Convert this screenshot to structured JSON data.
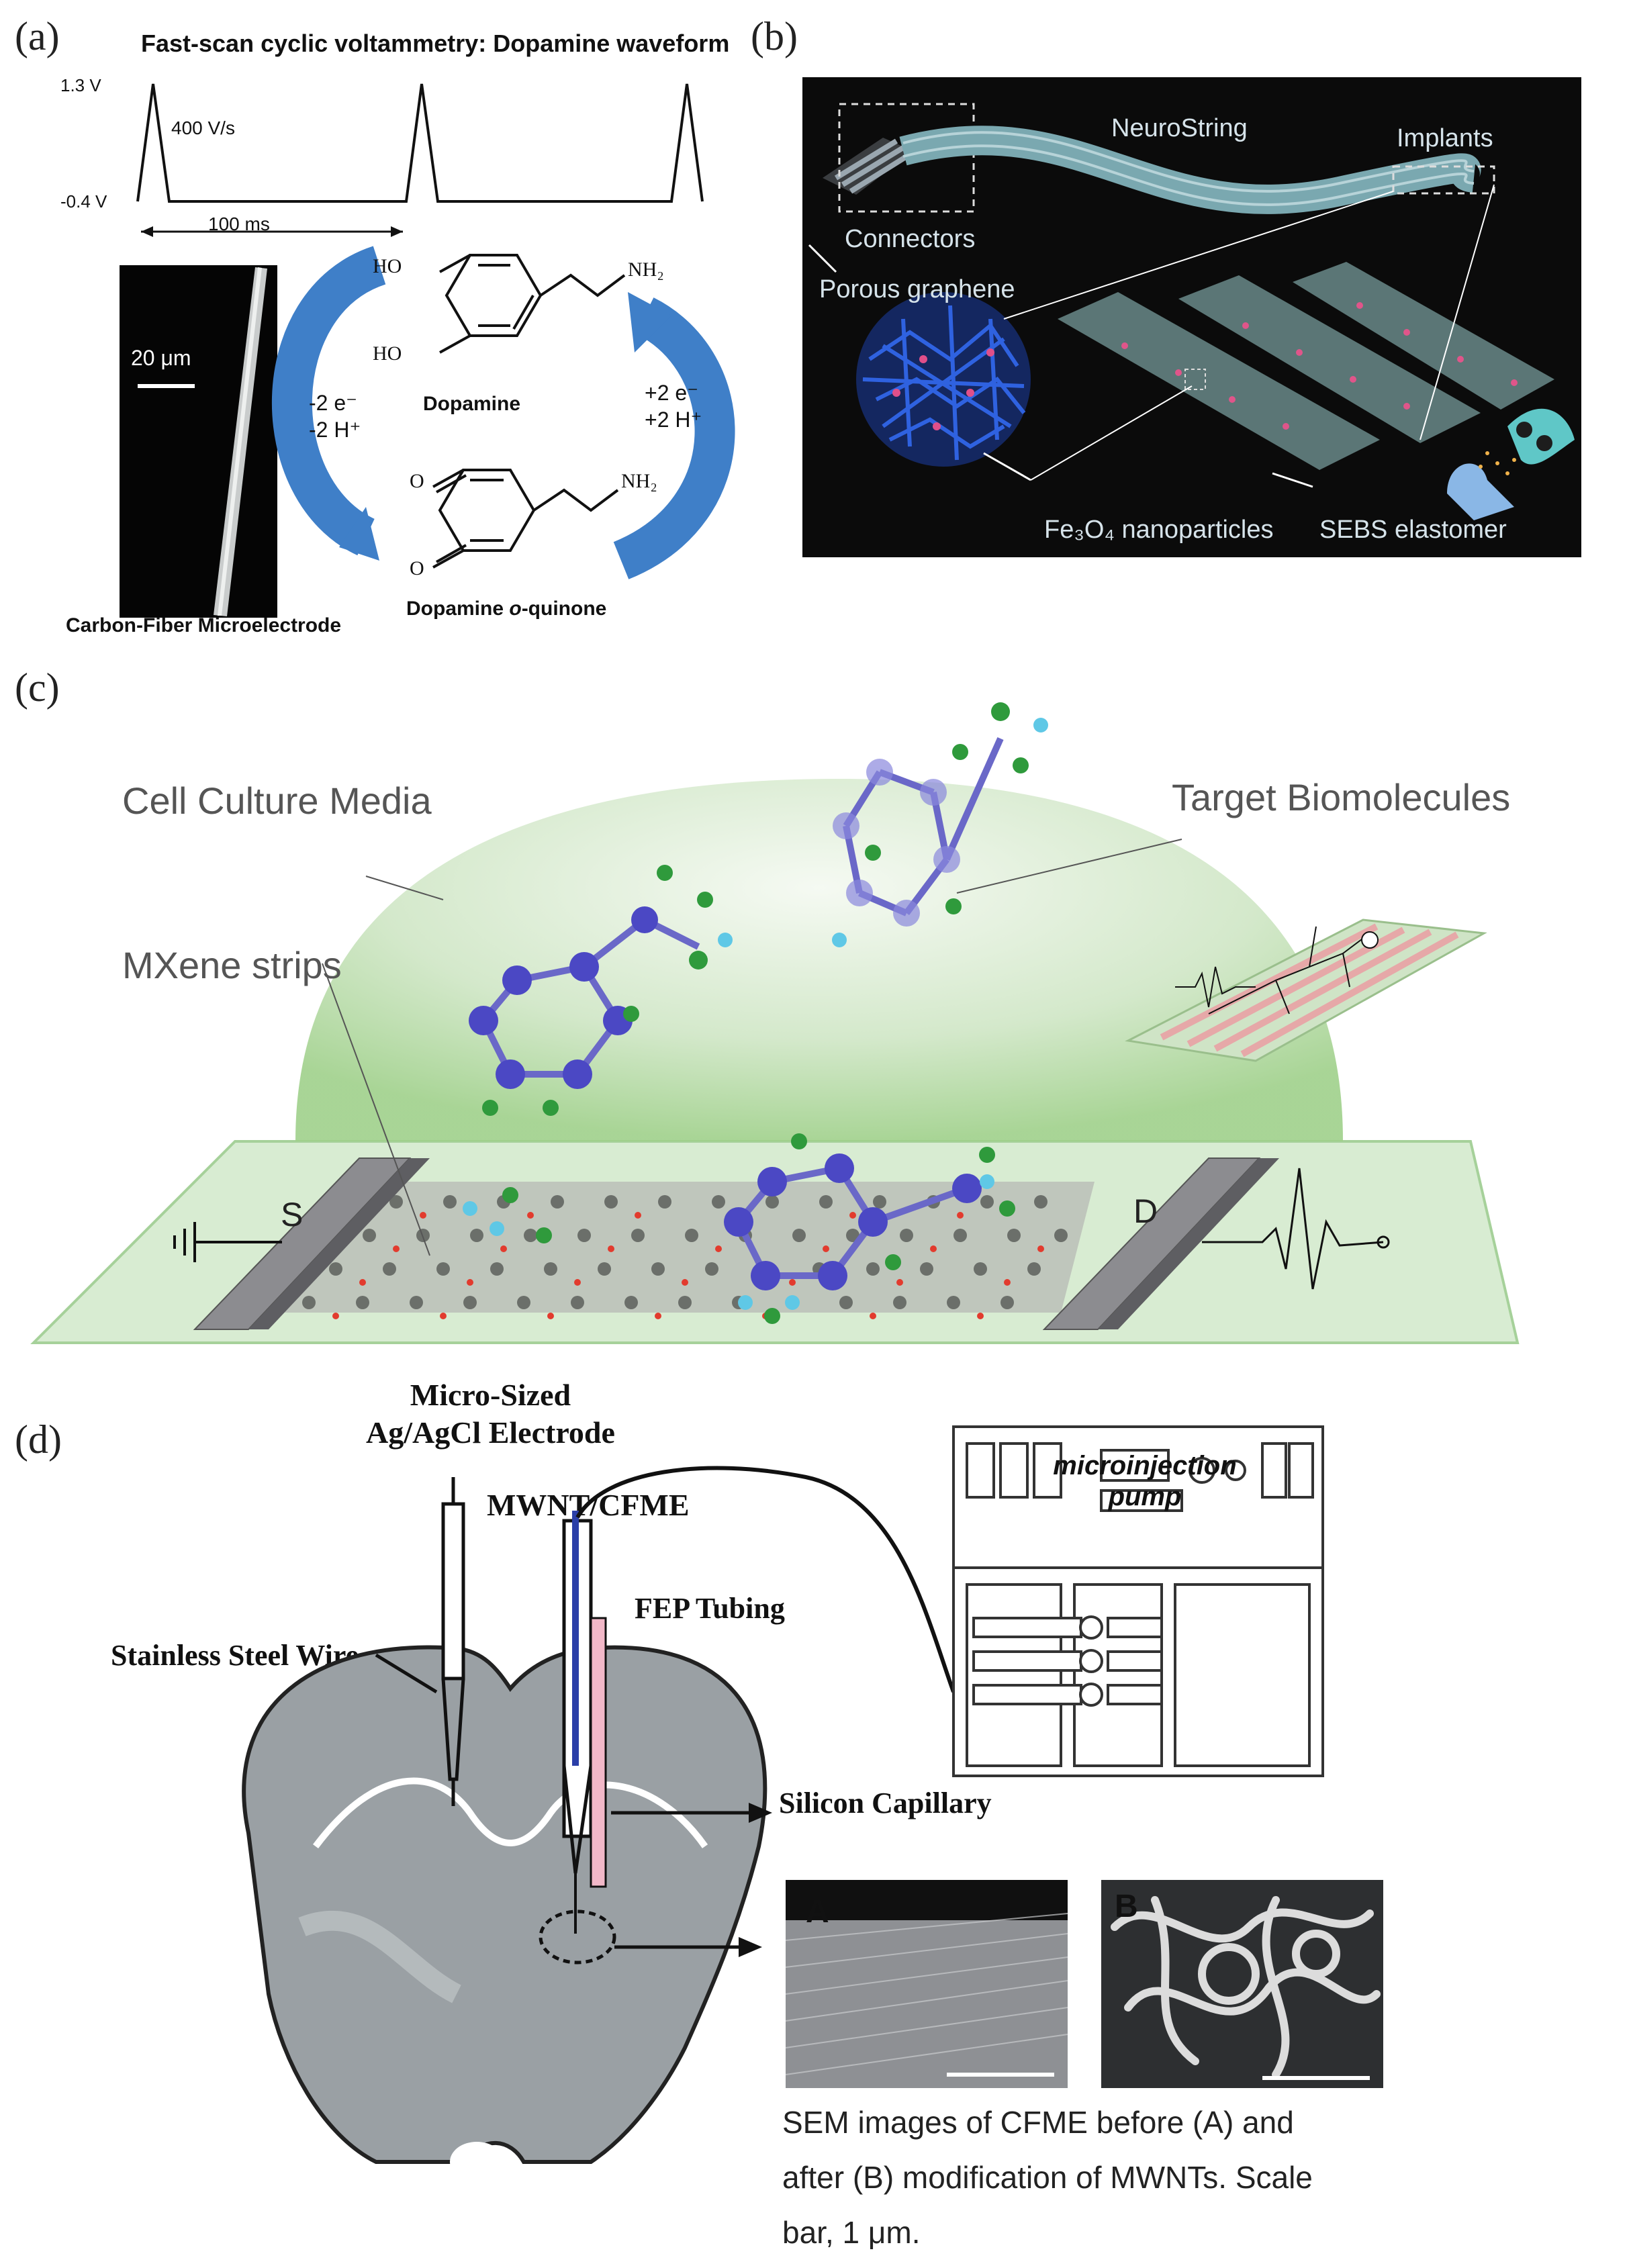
{
  "panels": {
    "a": {
      "letter": "(a)",
      "title": "Fast-scan cyclic voltammetry: Dopamine waveform",
      "v_high": "1.3 V",
      "v_low": "-0.4 V",
      "scan_rate": "400 V/s",
      "period": "100 ms",
      "scale_bar": "20 μm",
      "electrode_caption": "Carbon-Fiber Microelectrode",
      "oxidation": [
        "-2 e⁻",
        "-2 H⁺"
      ],
      "reduction": [
        "+2 e⁻",
        "+2 H⁺"
      ],
      "dopamine": "Dopamine",
      "quinone_prefix": "Dopamine ",
      "quinone_italic": "o",
      "quinone_suffix": "-quinone",
      "ho1": "HO",
      "ho2": "HO",
      "nh2_1": "NH₂",
      "nh2_2": "NH₂",
      "o1": "O",
      "o2": "O"
    },
    "b": {
      "letter": "(b)",
      "neurostring": "NeuroString",
      "implants": "Implants",
      "connectors": "Connectors",
      "porous_graphene": "Porous graphene",
      "fe3o4": "Fe₃O₄ nanoparticles",
      "sebs": "SEBS elastomer"
    },
    "c": {
      "letter": "(c)",
      "cell_culture": "Cell Culture Media",
      "target": "Target Biomolecules",
      "mxene": "MXene strips",
      "source": "S",
      "drain": "D"
    },
    "d": {
      "letter": "(d)",
      "agcl_line1": "Micro-Sized",
      "agcl_line2": "Ag/AgCl Electrode",
      "mwnt": "MWNT/CFME",
      "fep": "FEP Tubing",
      "stainless": "Stainless Steel Wire",
      "silicon": "Silicon Capillary",
      "pump_line1": "microinjection",
      "pump_line2": "pump",
      "sem_a": "A",
      "sem_b": "B",
      "caption_line1": "SEM images of CFME before (A) and",
      "caption_line2": "after (B) modification of MWNTs. Scale",
      "caption_line3": "bar, 1 μm."
    }
  },
  "colors": {
    "arrow_blue": "#3f7fc8",
    "dark_bg": "#0b0b0b",
    "graphene_blue": "#3a6ee8",
    "dome_green": "#9fd08a",
    "substrate_green": "#d8ecd2",
    "electrode_gray": "#8c8c90",
    "mwnt_blue": "#2b3fa8",
    "capillary_pink": "#f2b8c8"
  },
  "icons": [
    "ground-icon",
    "neuron-icon",
    "synapse-icon",
    "brain-slice"
  ]
}
